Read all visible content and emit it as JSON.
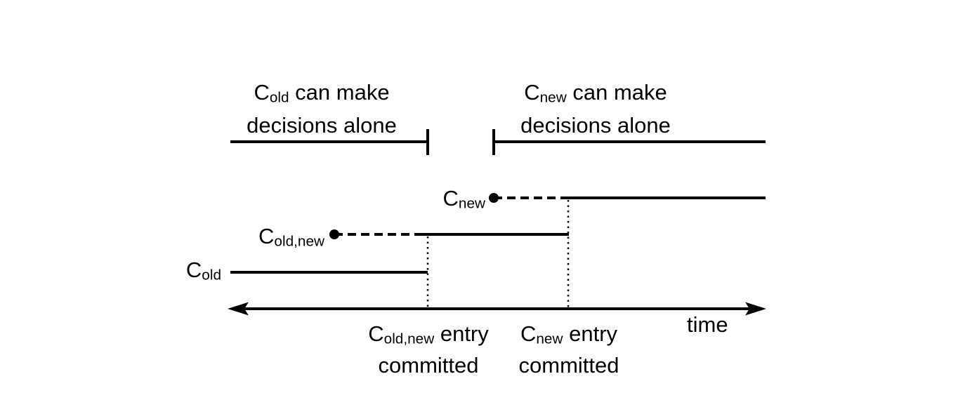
{
  "diagram": {
    "top_left_annotation": {
      "c": "C",
      "sub": "old",
      "rest": " can make",
      "line2": "decisions alone"
    },
    "top_right_annotation": {
      "c": "C",
      "sub": "new",
      "rest": " can make",
      "line2": "decisions alone"
    },
    "config_lines": {
      "cold": {
        "c": "C",
        "sub": "old"
      },
      "coldnew": {
        "c": "C",
        "sub": "old,new"
      },
      "cnew": {
        "c": "C",
        "sub": "new"
      }
    },
    "events": {
      "coldnew_committed": {
        "c": "C",
        "sub": "old,new",
        "rest": " entry",
        "line2": "committed"
      },
      "cnew_committed": {
        "c": "C",
        "sub": "new",
        "rest": " entry",
        "line2": "committed"
      }
    },
    "axis_label": "time",
    "colors": {
      "ink": "#000000",
      "background": "#ffffff"
    }
  }
}
